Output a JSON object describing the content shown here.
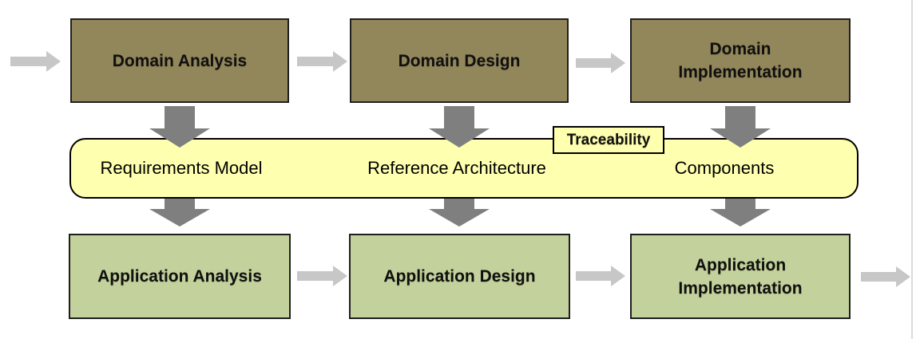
{
  "diagram": {
    "rows": {
      "domain": [
        {
          "label": "Domain Analysis"
        },
        {
          "label": "Domain Design"
        },
        {
          "label": "Domain\nImplementation"
        }
      ],
      "artifacts": {
        "items": [
          "Requirements Model",
          "Reference Architecture",
          "Components"
        ],
        "tag": "Traceability"
      },
      "application": [
        {
          "label": "Application Analysis"
        },
        {
          "label": "Application Design"
        },
        {
          "label": "Application\nImplementation"
        }
      ]
    },
    "colors": {
      "domain_box": "#92865B",
      "application_box": "#C3D29C",
      "band_fill": "#FFFFB0",
      "border": "#1F1F1F",
      "arrow_h": "#C7C7C7",
      "arrow_v": "#7F7F7F",
      "page_edge": "#DBDBDB",
      "text": "#101010"
    }
  }
}
